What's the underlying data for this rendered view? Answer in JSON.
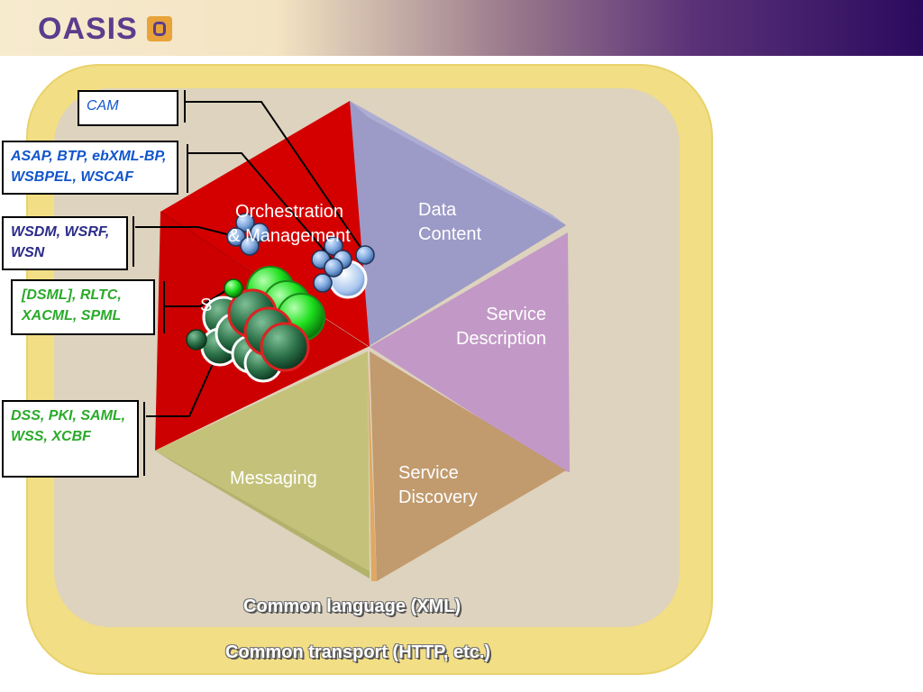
{
  "header": {
    "logo_text": "OASIS"
  },
  "layers": {
    "transport": "Common transport (HTTP, etc.)",
    "language": "Common language (XML)"
  },
  "segments": {
    "orchestration": "Orchestration\n& Management",
    "data_content": "Data\nContent",
    "service_description": "Service\nDescription",
    "security": "S",
    "messaging": "Messaging",
    "service_discovery": "Service\nDiscovery"
  },
  "standards": {
    "cam": "CAM",
    "bpel": "ASAP, BTP, ebXML-BP, WSBPEL, WSCAF",
    "wsdm": "WSDM, WSRF, WSN",
    "dsml": "[DSML], RLTC, XACML, SPML",
    "dss": "DSS, PKI, SAML, WSS, XCBF"
  },
  "colors": {
    "outer_band": "#f2de84",
    "inner_panel": "#ddd3be",
    "red_segment": "#d40000",
    "data_content": "#9c9ac6",
    "service_description": "#c299c6",
    "service_discovery": "#c19a6e",
    "messaging": "#c4c27a",
    "blue_text": "#1155cc",
    "navy_text": "#2b2b8a",
    "green_text": "#2aaa2a"
  }
}
